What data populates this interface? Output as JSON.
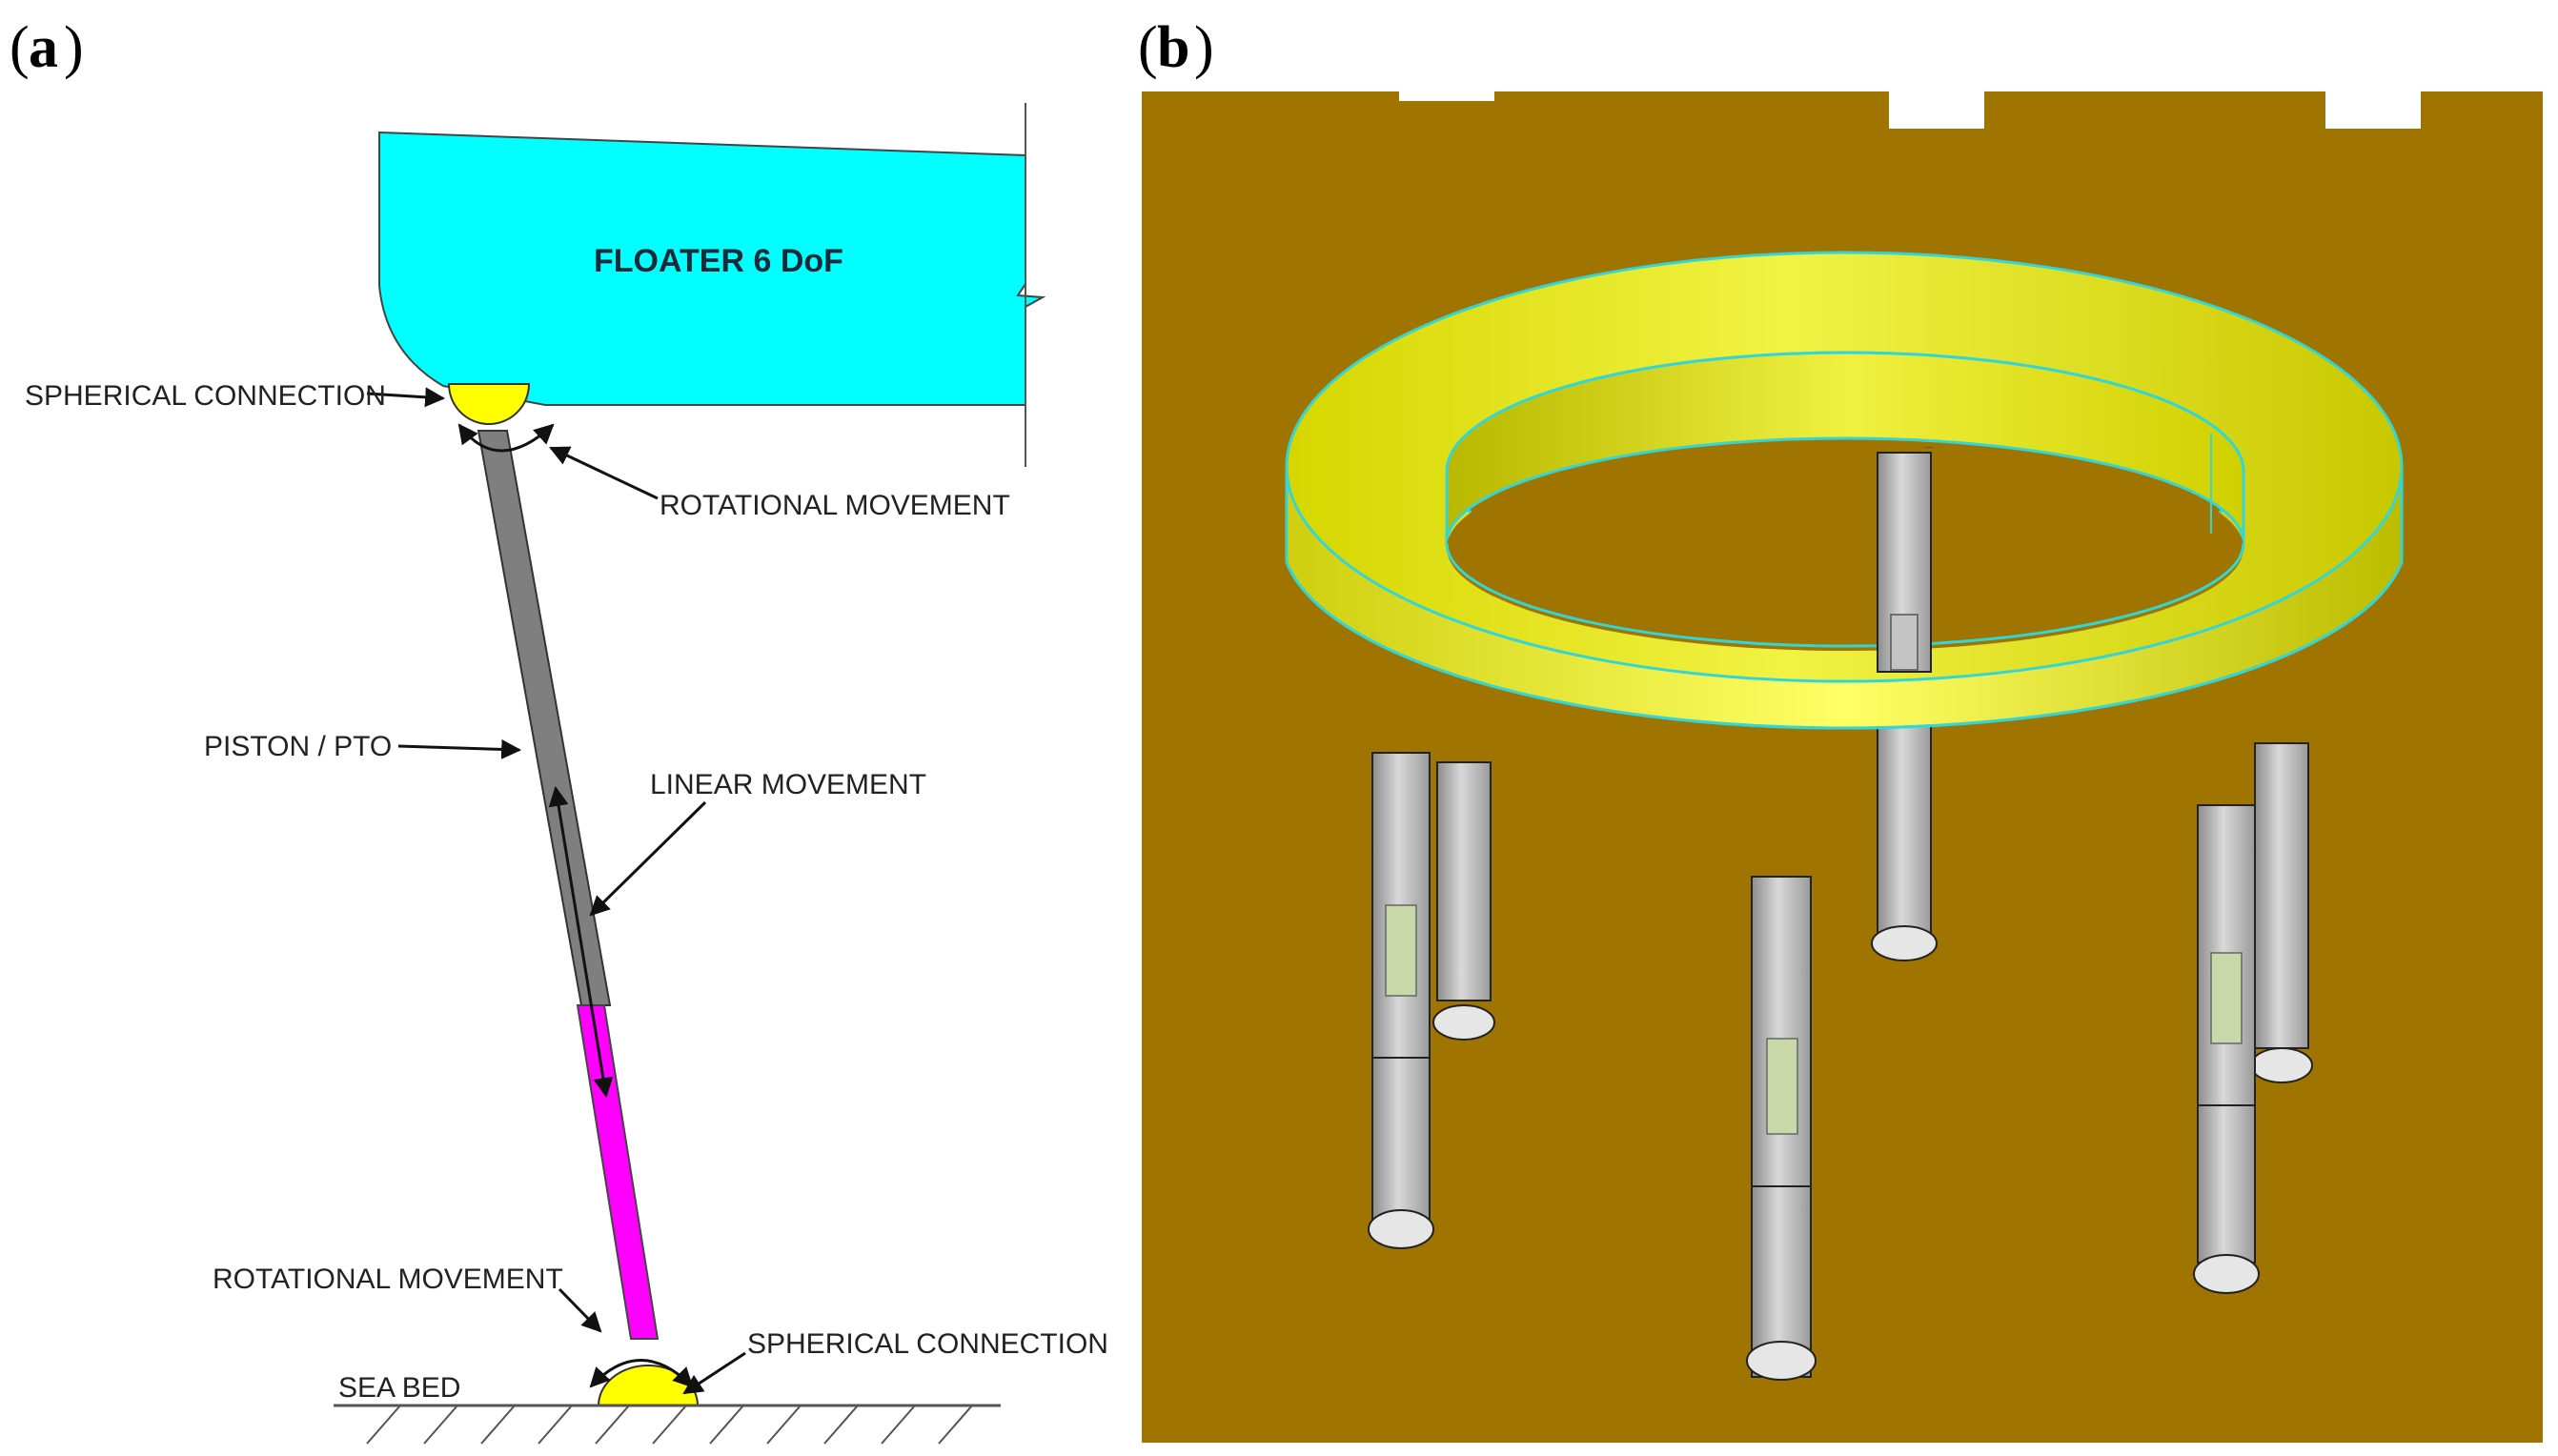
{
  "panel_a": {
    "letter": "a",
    "floater_label": "FLOATER 6 DoF",
    "labels": {
      "spherical_connection_top": "SPHERICAL CONNECTION",
      "rotational_movement_top": "ROTATIONAL MOVEMENT",
      "piston_pto": "PISTON / PTO",
      "linear_movement": "LINEAR MOVEMENT",
      "rotational_movement_bottom": "ROTATIONAL MOVEMENT",
      "spherical_connection_bottom": "SPHERICAL CONNECTION",
      "sea_bed": "SEA BED"
    }
  },
  "panel_b": {
    "letter": "b"
  },
  "colors": {
    "floater": "#00ffff",
    "joint": "#ffff00",
    "piston": "#808080",
    "rod": "#ff00ff",
    "render_background": "#a07400",
    "torus": "#e6e600",
    "torus_outline": "#33d6d6",
    "leg": "#c8c8c8"
  }
}
